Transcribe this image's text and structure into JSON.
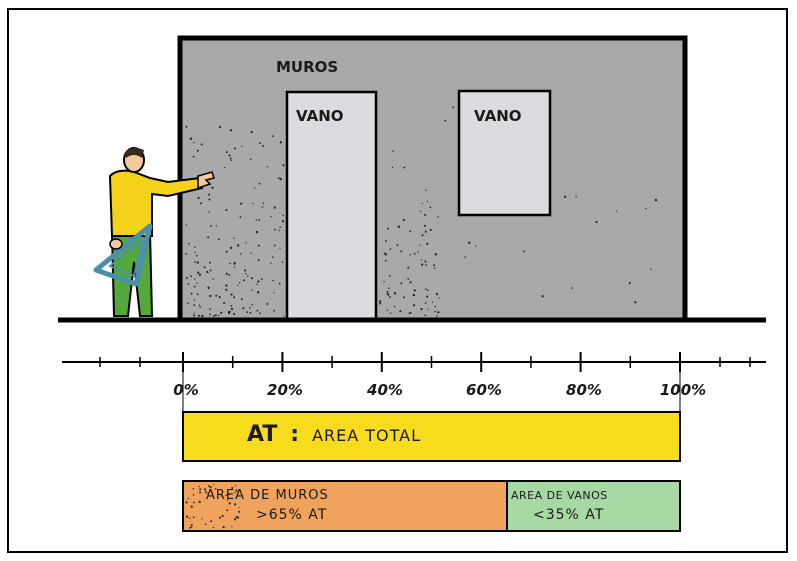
{
  "wall": {
    "label": "MUROS"
  },
  "door": {
    "label": "VANO"
  },
  "window": {
    "label": "VANO"
  },
  "scale": {
    "ticks": [
      "0%",
      "20%",
      "40%",
      "60%",
      "80%",
      "100%"
    ]
  },
  "total_bar": {
    "abbr": "AT",
    "sep": ":",
    "text": "AREA TOTAL",
    "color": "#f7dc1e"
  },
  "walls_bar": {
    "line1": "AREA DE MUROS",
    "line2": ">65% AT",
    "color": "#f0a35c",
    "share_percent": 65
  },
  "openings_bar": {
    "line1": "AREA DE VANOS",
    "line2": "<35% AT",
    "color": "#a7d9a4",
    "share_percent": 35
  },
  "colors": {
    "wall": "#a9a9ab",
    "opening": "#dcdce0",
    "shirt": "#f5d21a",
    "pants": "#55a83a",
    "skin": "#f4c9a0"
  }
}
